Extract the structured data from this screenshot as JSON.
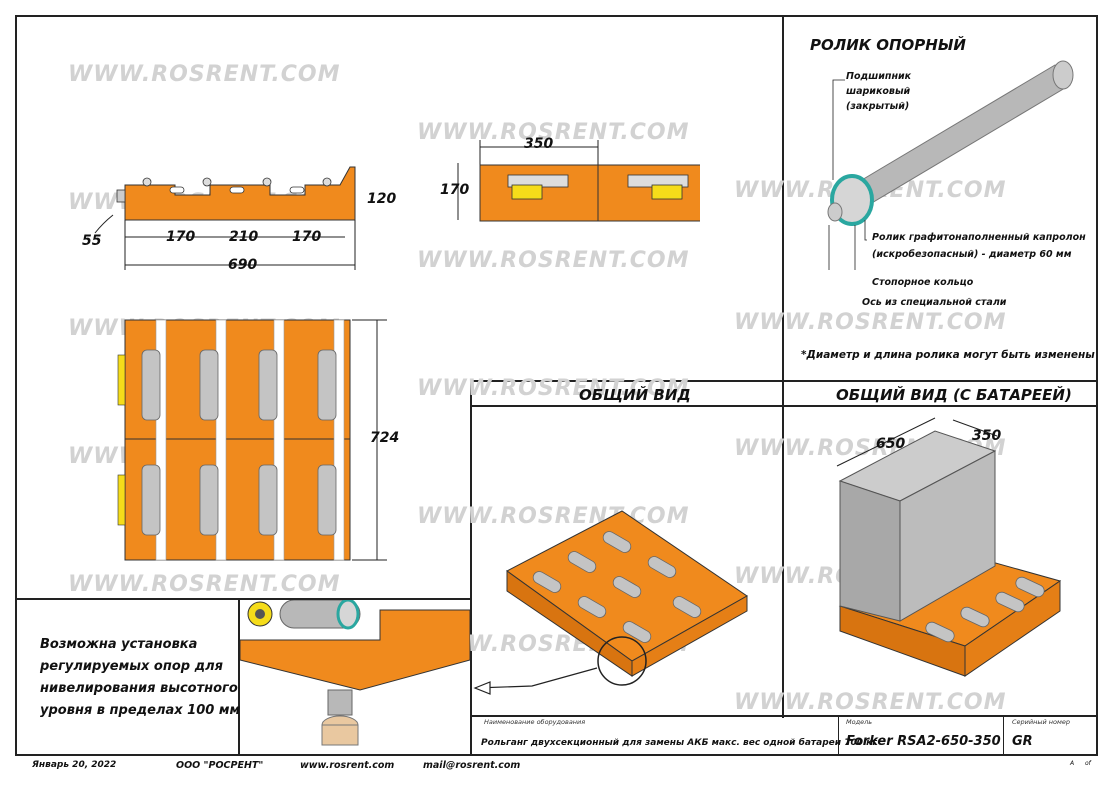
{
  "watermark": "WWW.ROSRENT.COM",
  "roller_section": {
    "title": "РОЛИК ОПОРНЫЙ",
    "labels": [
      "Подшипник",
      "шариковый",
      "(закрытый)",
      "Ролик графитонаполненный капролон",
      "(искробезопасный) - диаметр 60 мм",
      "Стопорное кольцо",
      "Ось из специальной стали"
    ],
    "footnote": "*Диаметр и длина ролика могут быть изменены"
  },
  "views": {
    "general": "ОБЩИЙ ВИД",
    "with_battery": "ОБЩИЙ ВИД (С БАТАРЕЕЙ)"
  },
  "dimensions": {
    "front": [
      "55",
      "170",
      "210",
      "170",
      "690",
      "120"
    ],
    "side": [
      "350",
      "170"
    ],
    "top": [
      "724"
    ],
    "battery": [
      "650",
      "350"
    ]
  },
  "note": {
    "lines": [
      "Возможна установка",
      "регулируемых опор для",
      "нивелирования высотного",
      "уровня в пределах 100 мм"
    ]
  },
  "title_block": {
    "equipment_caption": "Наименование оборудования",
    "equipment_value": "Рольганг двухсекционный для замены АКБ макс. вес одной батареи 700 кг",
    "model_caption": "Модель",
    "model_value": "Forker RSA2-650-350",
    "serial_caption": "Серийный номер",
    "serial_value": "GR"
  },
  "footer": {
    "date": "Январь 20, 2022",
    "company": "ООО \"РОСРЕНТ\"",
    "website": "www.rosrent.com",
    "email": "mail@rosrent.com",
    "page_a": "A",
    "page_of": "of"
  },
  "colors": {
    "orange": "#f08a1d",
    "steel": "#b8b8b8",
    "frame": "#222222"
  }
}
